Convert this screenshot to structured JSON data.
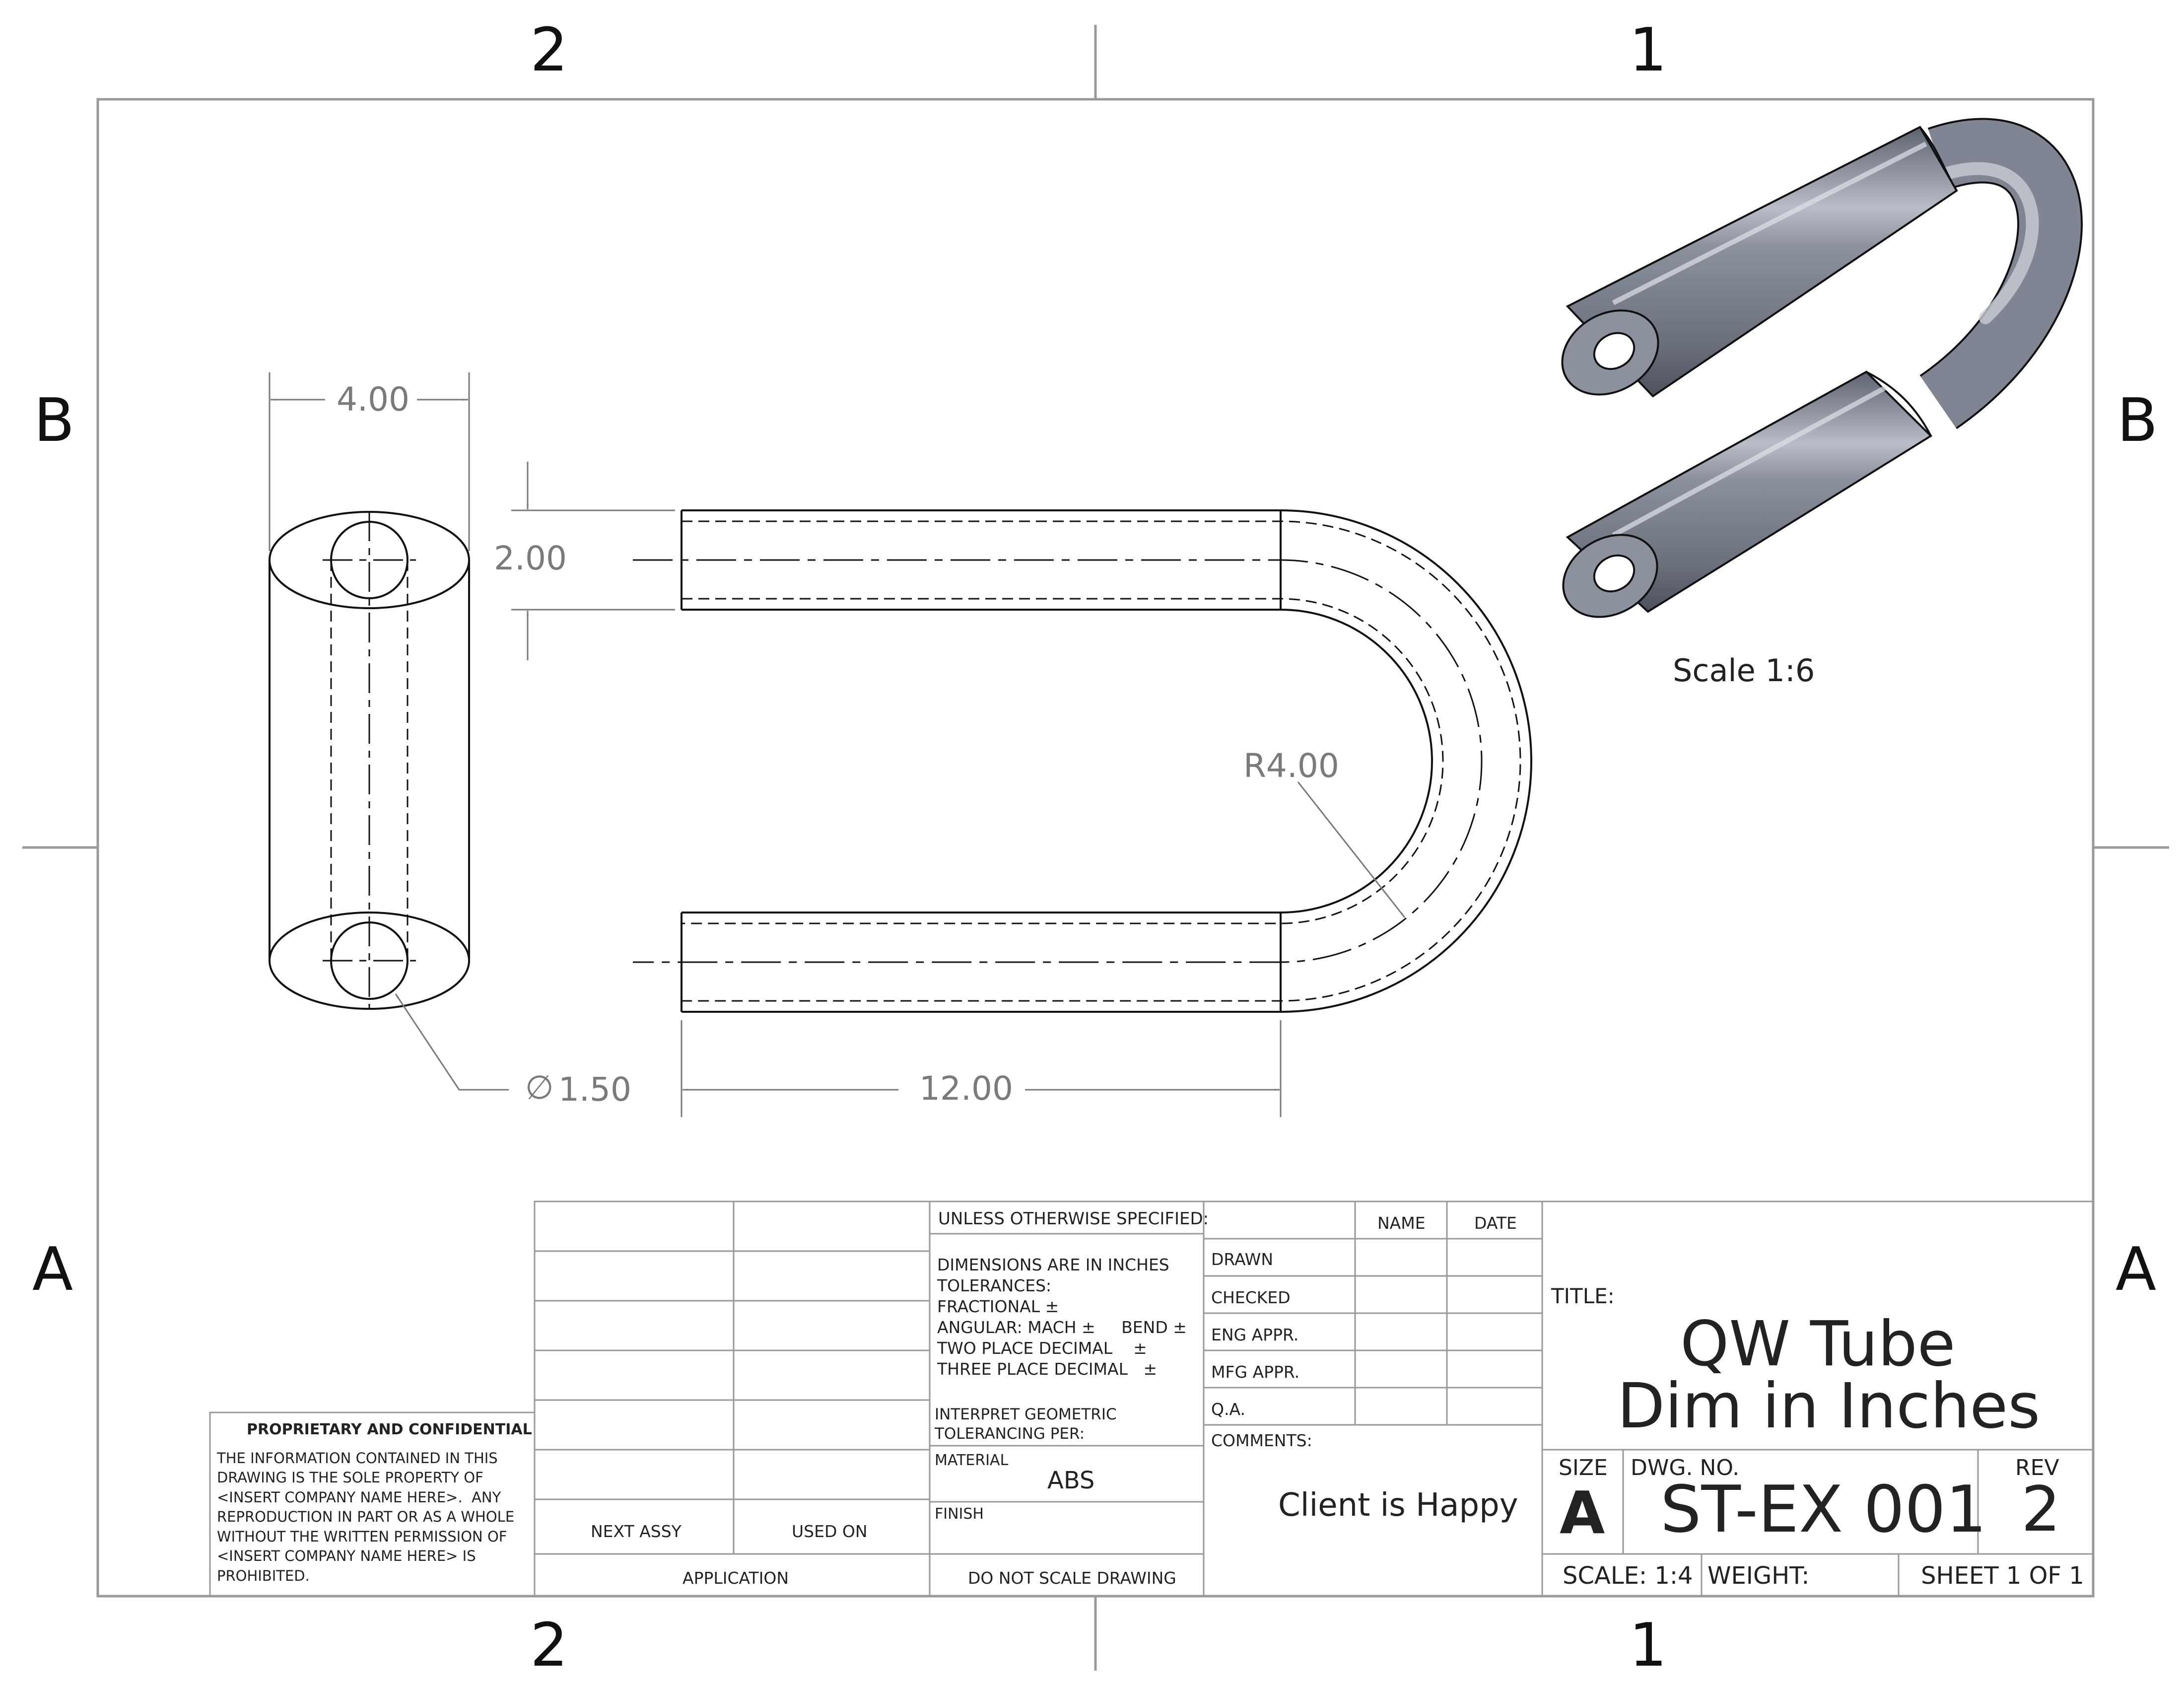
{
  "zones": {
    "top_left": "2",
    "top_right": "1",
    "bottom_left": "2",
    "bottom_right": "1",
    "left_upper": "B",
    "left_lower": "A",
    "right_upper": "B",
    "right_lower": "A"
  },
  "dimensions": {
    "width": "4.00",
    "height": "2.00",
    "diameter": "1.50",
    "length": "12.00",
    "radius": "R4.00"
  },
  "iso_scale": "Scale 1:6",
  "revision_block": {
    "next_assy": "NEXT ASSY",
    "used_on": "USED ON",
    "application": "APPLICATION"
  },
  "tolerance_block": {
    "header": "UNLESS OTHERWISE SPECIFIED:",
    "lines": "DIMENSIONS ARE IN INCHES\nTOLERANCES:\nFRACTIONAL ±\nANGULAR: MACH ±     BEND ±\nTWO PLACE DECIMAL    ±\nTHREE PLACE DECIMAL   ±",
    "interpret": "INTERPRET GEOMETRIC\nTOLERANCING PER:",
    "material_label": "MATERIAL",
    "material_value": "ABS",
    "finish_label": "FINISH",
    "no_scale": "DO NOT SCALE DRAWING"
  },
  "approval": {
    "name_header": "NAME",
    "date_header": "DATE",
    "rows": [
      "DRAWN",
      "CHECKED",
      "ENG APPR.",
      "MFG APPR.",
      "Q.A."
    ],
    "comments_label": "COMMENTS:",
    "comments_value": "Client is Happy"
  },
  "proprietary": {
    "title": "PROPRIETARY AND CONFIDENTIAL",
    "body": "THE INFORMATION CONTAINED IN THIS\nDRAWING IS THE SOLE PROPERTY OF\n<INSERT COMPANY NAME HERE>.  ANY\nREPRODUCTION IN PART OR AS A WHOLE\nWITHOUT THE WRITTEN PERMISSION OF\n<INSERT COMPANY NAME HERE> IS\nPROHIBITED."
  },
  "title_block": {
    "title_label": "TITLE:",
    "title_line1": "QW Tube",
    "title_line2": "Dim in Inches",
    "size_label": "SIZE",
    "size_value": "A",
    "dwg_label": "DWG.  NO.",
    "dwg_value": "ST-EX 001",
    "rev_label": "REV",
    "rev_value": "2",
    "scale": "SCALE: 1:4",
    "weight": "WEIGHT:",
    "sheet": "SHEET 1 OF 1"
  },
  "colors": {
    "line": "#111111",
    "dim": "#7a7a7a",
    "tube_base": "#7f8593",
    "tube_light": "#c9ccd4",
    "tube_dark": "#4f5561"
  }
}
